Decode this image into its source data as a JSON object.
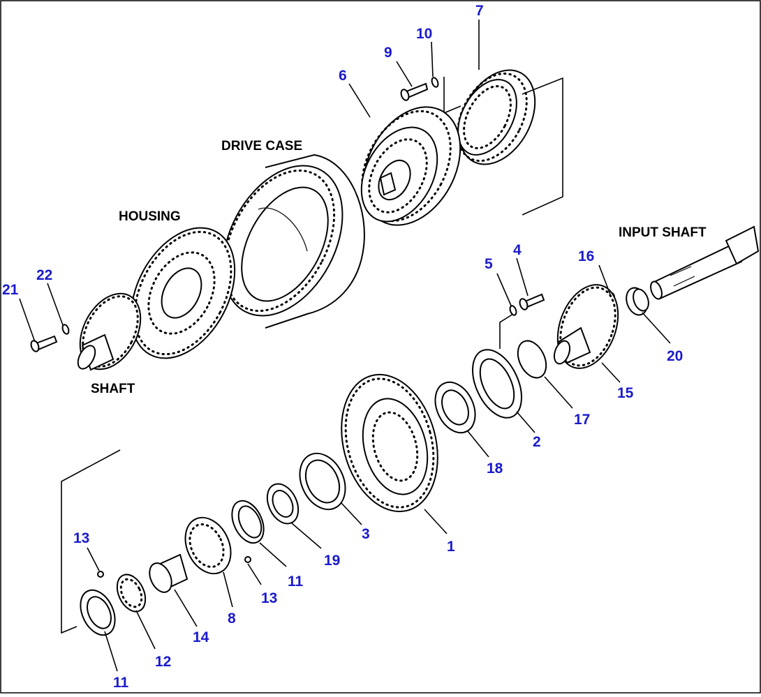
{
  "labels": {
    "drive_case": "DRIVE CASE",
    "housing": "HOUSING",
    "shaft": "SHAFT",
    "input_shaft": "INPUT SHAFT"
  },
  "callouts": {
    "c1": "1",
    "c2": "2",
    "c3": "3",
    "c4": "4",
    "c5": "5",
    "c6": "6",
    "c7": "7",
    "c8": "8",
    "c9": "9",
    "c10": "10",
    "c11a": "11",
    "c11b": "11",
    "c12": "12",
    "c13a": "13",
    "c13b": "13",
    "c14": "14",
    "c15": "15",
    "c16": "16",
    "c17": "17",
    "c18": "18",
    "c19": "19",
    "c20": "20",
    "c21": "21",
    "c22": "22"
  },
  "colors": {
    "callout": "#1a1acc",
    "line": "#000000",
    "background": "#ffffff"
  }
}
